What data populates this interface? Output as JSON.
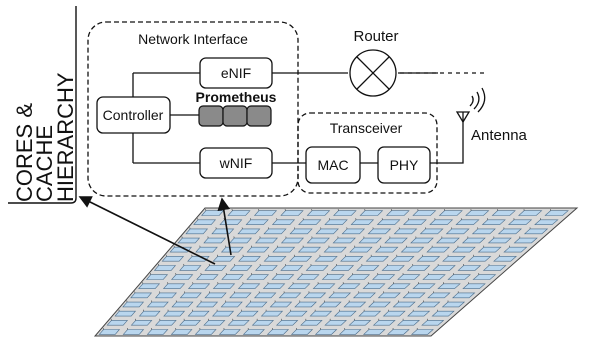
{
  "side_label": {
    "line1": "CORES &",
    "line2": "CACHE",
    "line3": "HIERARCHY"
  },
  "network_interface": {
    "title": "Network Interface",
    "controller": "Controller",
    "enif": "eNIF",
    "wnif": "wNIF",
    "prometheus": "Prometheus"
  },
  "router": "Router",
  "transceiver": {
    "title": "Transceiver",
    "mac": "MAC",
    "phy": "PHY"
  },
  "antenna": "Antenna",
  "colors": {
    "line": "#111111",
    "box_fill": "#ffffff",
    "prometheus_cell": "#8a8a8a",
    "chip_plane": "#d9d9d9",
    "tile_fill": "#b9d6ee",
    "tile_stroke": "#4a6d8c"
  },
  "grid": {
    "rows": 14,
    "cols": 14
  }
}
